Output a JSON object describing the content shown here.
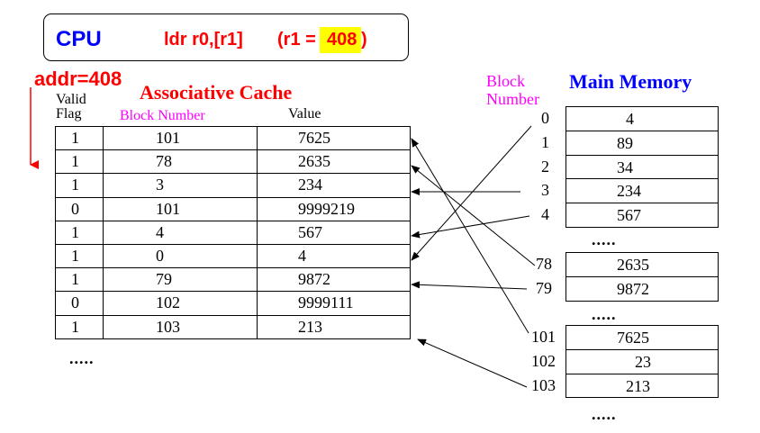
{
  "cpu": {
    "label": "CPU",
    "instruction": "ldr r0,[r1]",
    "register_prefix": "(r1 =",
    "register_value": "408",
    "register_suffix": ")"
  },
  "address": "addr=408",
  "cache": {
    "title": "Associative Cache",
    "valid_flag_line1": "Valid",
    "valid_flag_line2": "Flag",
    "block_number_header": "Block Number",
    "value_header": "Value",
    "rows": [
      {
        "valid": "1",
        "block": "101",
        "value": "7625"
      },
      {
        "valid": "1",
        "block": "78",
        "value": "2635"
      },
      {
        "valid": "1",
        "block": "3",
        "value": "234"
      },
      {
        "valid": "0",
        "block": "101",
        "value": "9999219"
      },
      {
        "valid": "1",
        "block": "4",
        "value": "567"
      },
      {
        "valid": "1",
        "block": "0",
        "value": "4"
      },
      {
        "valid": "1",
        "block": "79",
        "value": "9872"
      },
      {
        "valid": "0",
        "block": "102",
        "value": "9999111"
      },
      {
        "valid": "1",
        "block": "103",
        "value": "213"
      }
    ],
    "ellipsis": "....."
  },
  "main_memory": {
    "title": "Main Memory",
    "block_number_line1": "Block",
    "block_number_line2": "Number",
    "groups": [
      {
        "rows": [
          {
            "block": "0",
            "value": "4"
          },
          {
            "block": "1",
            "value": "89"
          },
          {
            "block": "2",
            "value": "34"
          },
          {
            "block": "3",
            "value": "234"
          },
          {
            "block": "4",
            "value": "567"
          }
        ]
      },
      {
        "rows": [
          {
            "block": "78",
            "value": "2635"
          },
          {
            "block": "79",
            "value": "9872"
          }
        ]
      },
      {
        "rows": [
          {
            "block": "101",
            "value": "7625"
          },
          {
            "block": "102",
            "value": "23"
          },
          {
            "block": "103",
            "value": "213"
          }
        ]
      }
    ],
    "ellipsis": "....."
  },
  "colors": {
    "cpu_text": "#0000ff",
    "instruction_text": "#ff0000",
    "highlight": "#ffff00",
    "cache_title": "#ff0000",
    "block_number_label": "#ff00ff",
    "main_memory_title": "#0000ff"
  }
}
